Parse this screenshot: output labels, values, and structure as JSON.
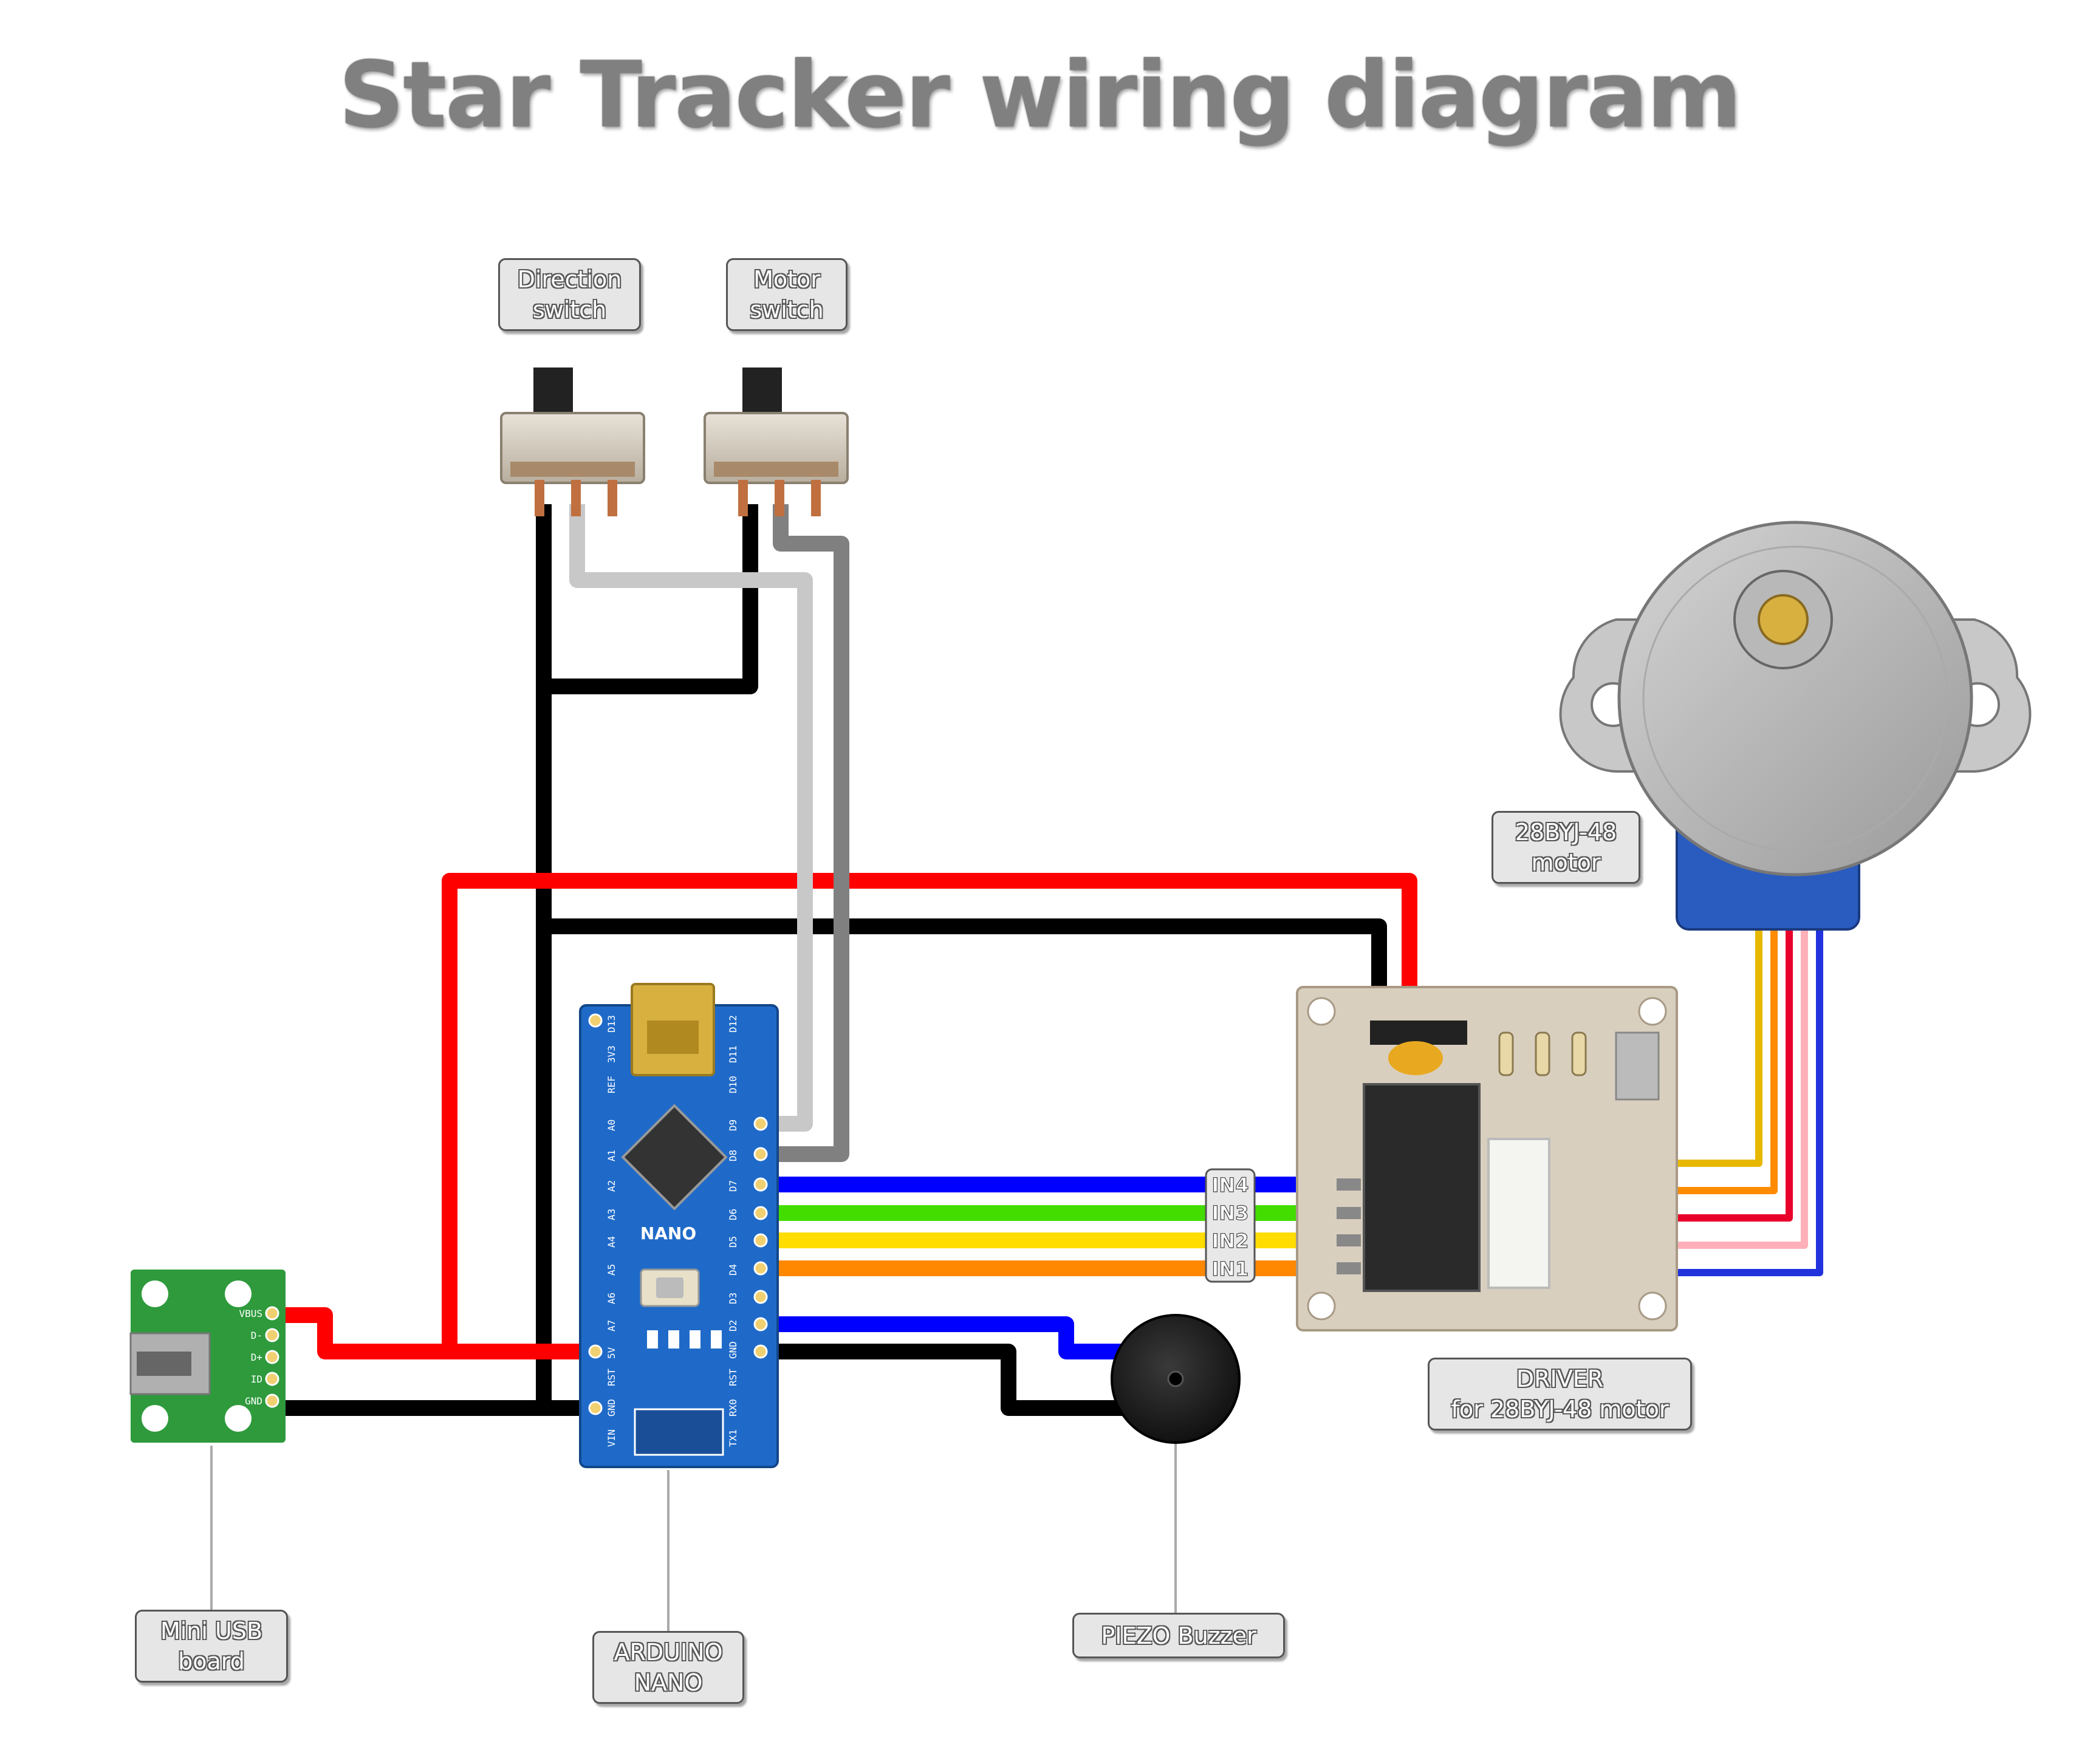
{
  "title": "Star Tracker wiring diagram",
  "labels": {
    "direction_switch": [
      "Direction",
      "switch"
    ],
    "motor_switch": [
      "Motor",
      "switch"
    ],
    "motor": [
      "28BYJ-48",
      "motor"
    ],
    "driver": [
      "DRIVER",
      "for 28BYJ-48 motor"
    ],
    "mini_usb": [
      "Mini USB",
      "board"
    ],
    "arduino": [
      "ARDUINO",
      "NANO"
    ],
    "piezo": [
      "PIEZO Buzzer"
    ]
  },
  "driver_inputs": [
    "IN4",
    "IN3",
    "IN2",
    "IN1"
  ],
  "usb_pins": [
    "VBUS",
    "D-",
    "D+",
    "ID",
    "GND"
  ],
  "nano_pins_right": [
    "D12",
    "D11",
    "D10",
    "D9",
    "D8",
    "D7",
    "D6",
    "D5",
    "D4",
    "D3",
    "D2",
    "GND",
    "RST",
    "RX0",
    "TX1"
  ],
  "nano_pins_left": [
    "D13",
    "3V3",
    "REF",
    "A0",
    "A1",
    "A2",
    "A3",
    "A4",
    "A5",
    "A6",
    "A7",
    "5V",
    "RST",
    "GND",
    "VIN"
  ],
  "nano_board_text": "NANO",
  "wire_colors": {
    "red": "#ff0000",
    "black": "#000000",
    "light_gray": "#c8c8c8",
    "dark_gray": "#808080",
    "blue": "#0000ff",
    "green": "#44dd00",
    "yellow": "#ffdd00",
    "orange": "#ff8800",
    "motor_yellow": "#e6b800",
    "motor_orange": "#ff8c00",
    "motor_red": "#e8002a",
    "motor_pink": "#ffb0b8",
    "motor_blue": "#2233dd"
  }
}
